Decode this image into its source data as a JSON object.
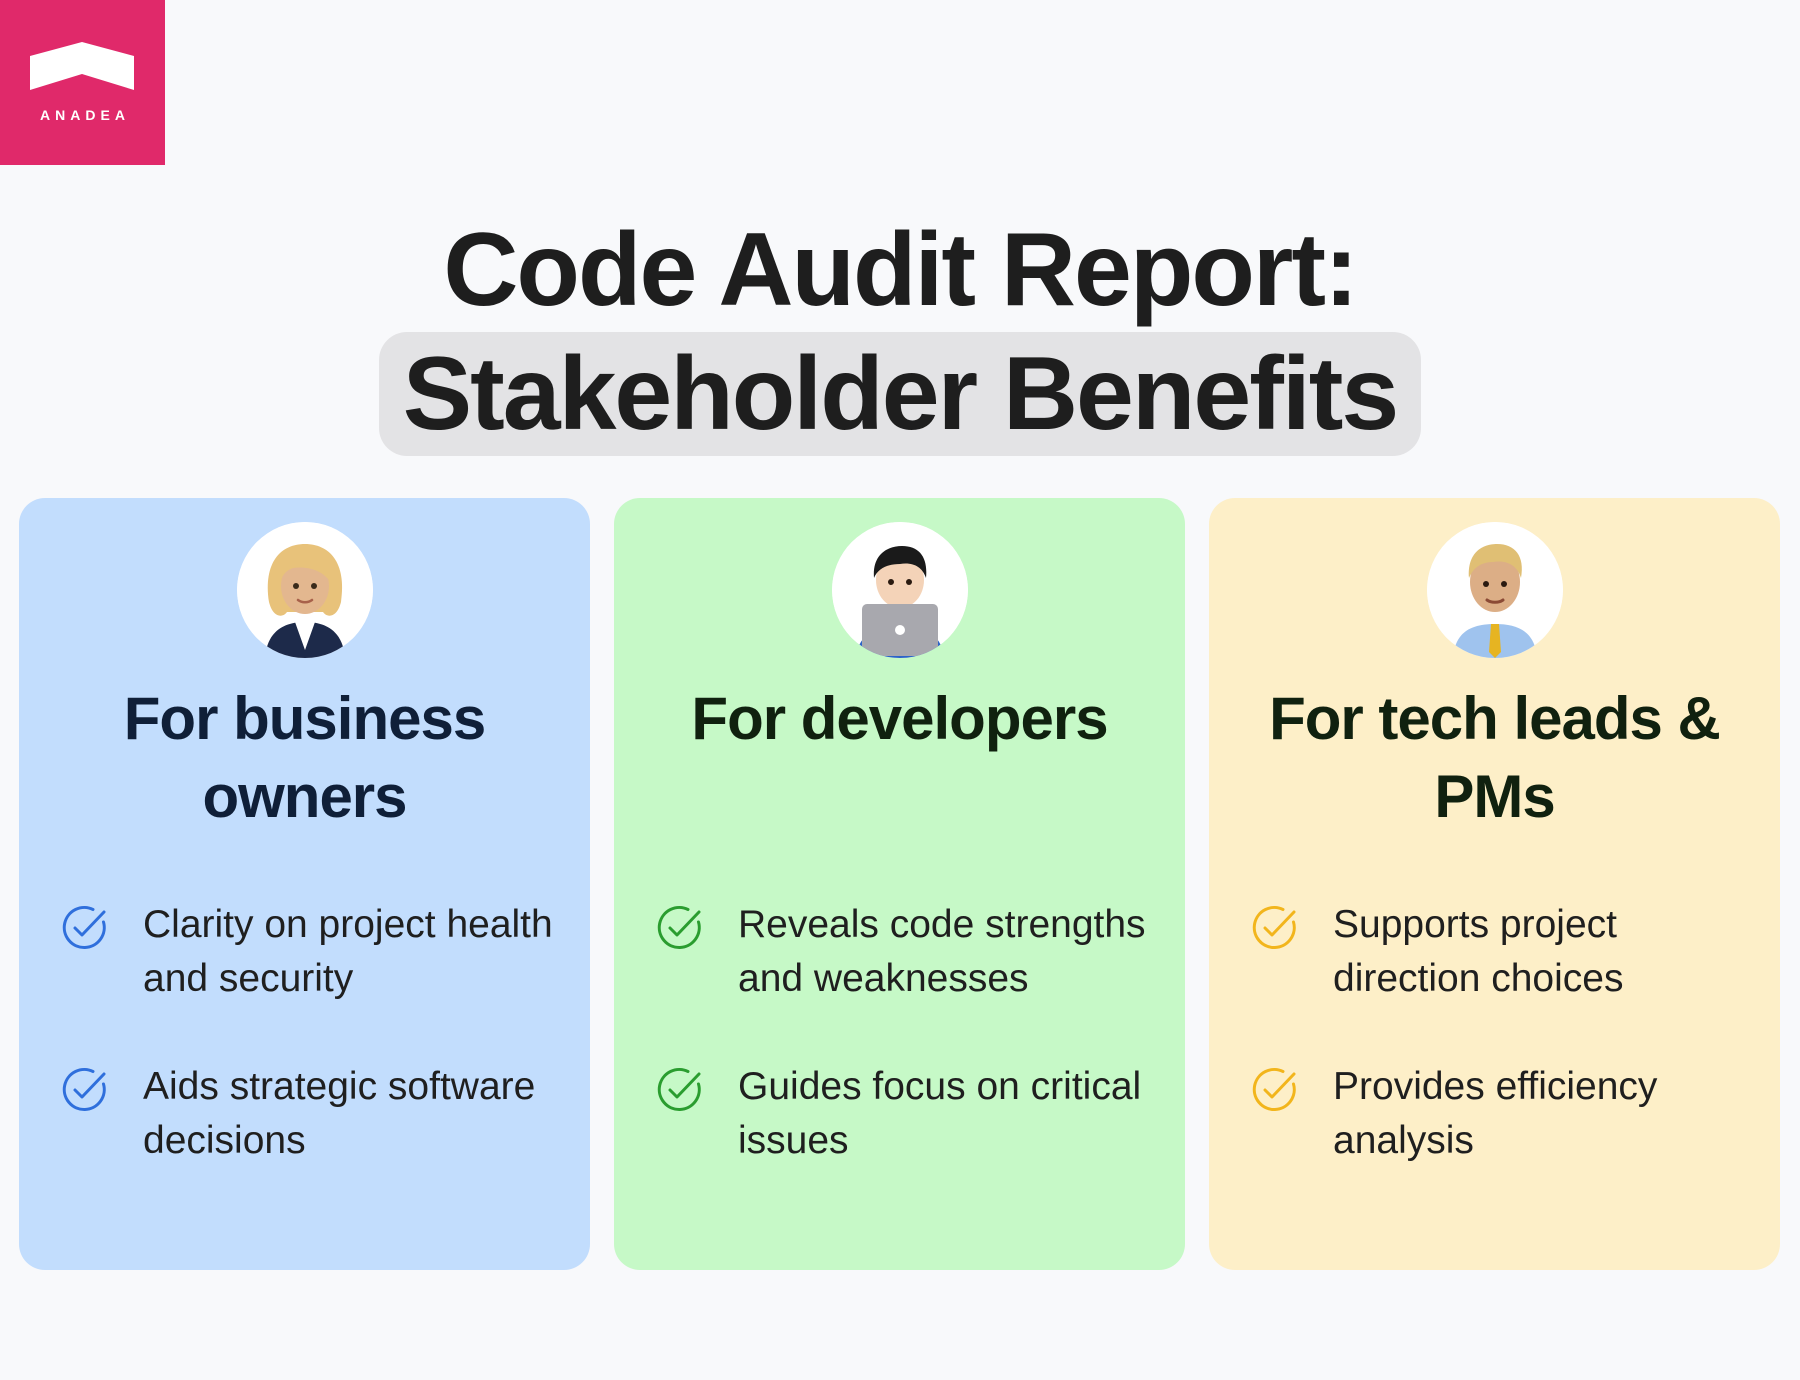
{
  "logo": {
    "text": "ANADEA",
    "color": "#e0296a"
  },
  "title": {
    "line1": "Code Audit Report:",
    "line2": "Stakeholder Benefits"
  },
  "cards": [
    {
      "title": "For business owners",
      "avatar_icon": "businesswoman-avatar-icon",
      "background": "#c2ddfd",
      "check_color": "#2f6fdc",
      "items": [
        {
          "text": "Clarity on project health and security"
        },
        {
          "text": "Aids strategic software decisions"
        }
      ]
    },
    {
      "title": "For developers",
      "avatar_icon": "developer-with-laptop-avatar-icon",
      "background": "#c6f9c7",
      "check_color": "#2a9d2f",
      "items": [
        {
          "text": "Reveals code strengths and weaknesses"
        },
        {
          "text": "Guides focus on critical issues"
        }
      ]
    },
    {
      "title": "For tech leads & PMs",
      "avatar_icon": "businessman-avatar-icon",
      "background": "#fdefc8",
      "check_color": "#f2b51c",
      "items": [
        {
          "text": "Supports project direction choices"
        },
        {
          "text": "Provides efficiency analysis"
        }
      ]
    }
  ]
}
